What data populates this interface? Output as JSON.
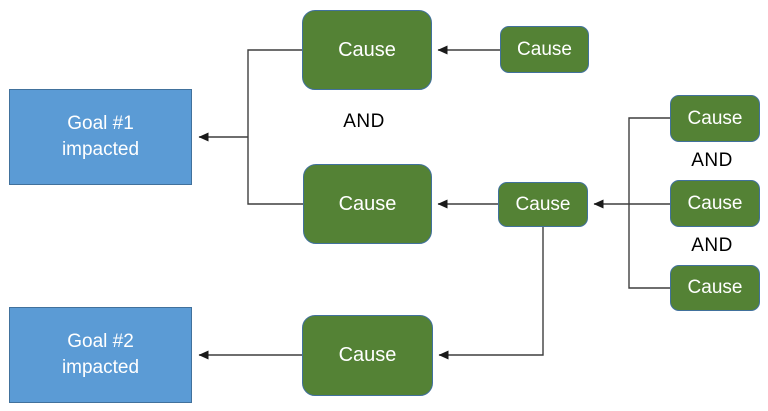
{
  "diagram": {
    "type": "fault-tree-cause-effect",
    "goal_boxes": [
      {
        "id": "goal-1",
        "label": "Goal #1\nimpacted"
      },
      {
        "id": "goal-2",
        "label": "Goal #2\nimpacted"
      }
    ],
    "cause_boxes": [
      {
        "id": "cause-top-main",
        "label": "Cause"
      },
      {
        "id": "cause-top-feeder",
        "label": "Cause"
      },
      {
        "id": "cause-mid-main",
        "label": "Cause"
      },
      {
        "id": "cause-mid-feeder",
        "label": "Cause"
      },
      {
        "id": "cause-right-1",
        "label": "Cause"
      },
      {
        "id": "cause-right-2",
        "label": "Cause"
      },
      {
        "id": "cause-right-3",
        "label": "Cause"
      },
      {
        "id": "cause-bottom",
        "label": "Cause"
      }
    ],
    "operators": [
      {
        "id": "and-left",
        "label": "AND"
      },
      {
        "id": "and-right-1",
        "label": "AND"
      },
      {
        "id": "and-right-2",
        "label": "AND"
      }
    ],
    "colors": {
      "goal_fill": "#5B9BD5",
      "goal_border": "#41719C",
      "cause_fill": "#548235",
      "cause_border": "#41719C",
      "connector": "#3F3F3F",
      "arrowhead": "#1A1A1A",
      "box_text": "#FFFFFF",
      "operator_text": "#000000",
      "background": "#FFFFFF"
    }
  }
}
